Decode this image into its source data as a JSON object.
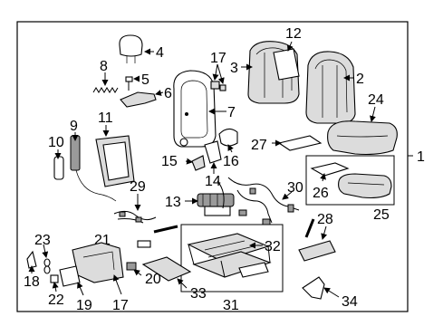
{
  "diagram": {
    "frame_label": "1",
    "callouts": {
      "c2": "2",
      "c3": "3",
      "c4": "4",
      "c5": "5",
      "c6": "6",
      "c7": "7",
      "c8": "8",
      "c9": "9",
      "c10": "10",
      "c11": "11",
      "c12": "12",
      "c13": "13",
      "c14": "14",
      "c15": "15",
      "c16": "16",
      "c17a": "17",
      "c17b": "17",
      "c18": "18",
      "c19": "19",
      "c20": "20",
      "c21": "21",
      "c22": "22",
      "c23": "23",
      "c24": "24",
      "c25": "25",
      "c26": "26",
      "c27": "27",
      "c28": "28",
      "c29": "29",
      "c30": "30",
      "c31": "31",
      "c32": "32",
      "c33": "33",
      "c34": "34"
    }
  }
}
